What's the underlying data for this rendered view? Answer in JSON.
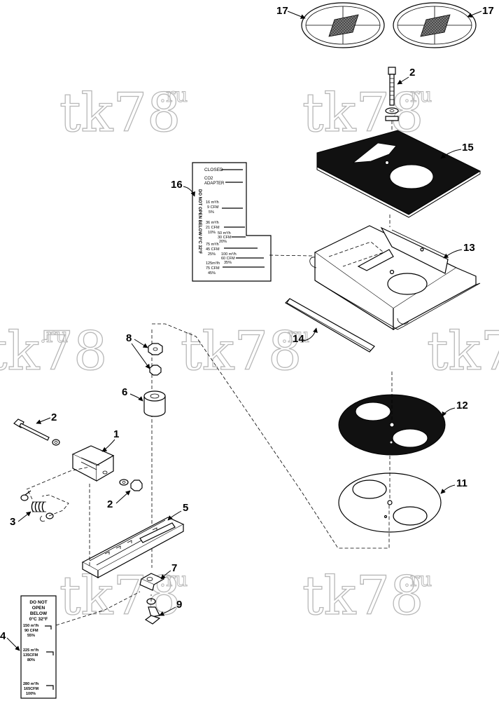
{
  "watermark": {
    "text": "tk78",
    "suffix": ".ru"
  },
  "callouts": {
    "c1": "1",
    "c2a": "2",
    "c2b": "2",
    "c2c": "2",
    "c3": "3",
    "c4": "4",
    "c5": "5",
    "c6": "6",
    "c7": "7",
    "c8": "8",
    "c9": "9",
    "c11": "11",
    "c12": "12",
    "c13": "13",
    "c14": "14",
    "c15": "15",
    "c16": "16",
    "c17a": "17",
    "c17b": "17"
  },
  "decal16": {
    "closed": "CLOSED",
    "co2_1": "CO2",
    "co2_2": "ADAPTER",
    "r1a": "16 m³/h",
    "r1b": "9 CFM",
    "r1c": "5%",
    "r2a": "36 m³/h",
    "r2b": "21 CFM",
    "r2c": "10%",
    "r3a": "50 m³/h",
    "r3b": "30 CFM",
    "r3c": "20%",
    "r4a": "75 m³/h",
    "r4b": "45 CFM",
    "r4c": "25%",
    "r5a": "100 m³/h",
    "r5b": "60 CFM",
    "r5c": "35%",
    "r6a": "125m³/h",
    "r6b": "75 CFM",
    "r6c": "45%",
    "vertical": "DO NOT OPEN BELOW 0°C 32°F"
  },
  "decal4": {
    "l1": "DO NOT",
    "l2": "OPEN",
    "l3": "BELOW",
    "l4": "0°C 32°F",
    "r1a": "150 m³/h",
    "r1b": "90 CFM",
    "r1c": "55%",
    "r2a": "225 m³/h",
    "r2b": "135CFM",
    "r2c": "80%",
    "r3a": "280 m³/h",
    "r3b": "165CFM",
    "r3c": "100%"
  }
}
